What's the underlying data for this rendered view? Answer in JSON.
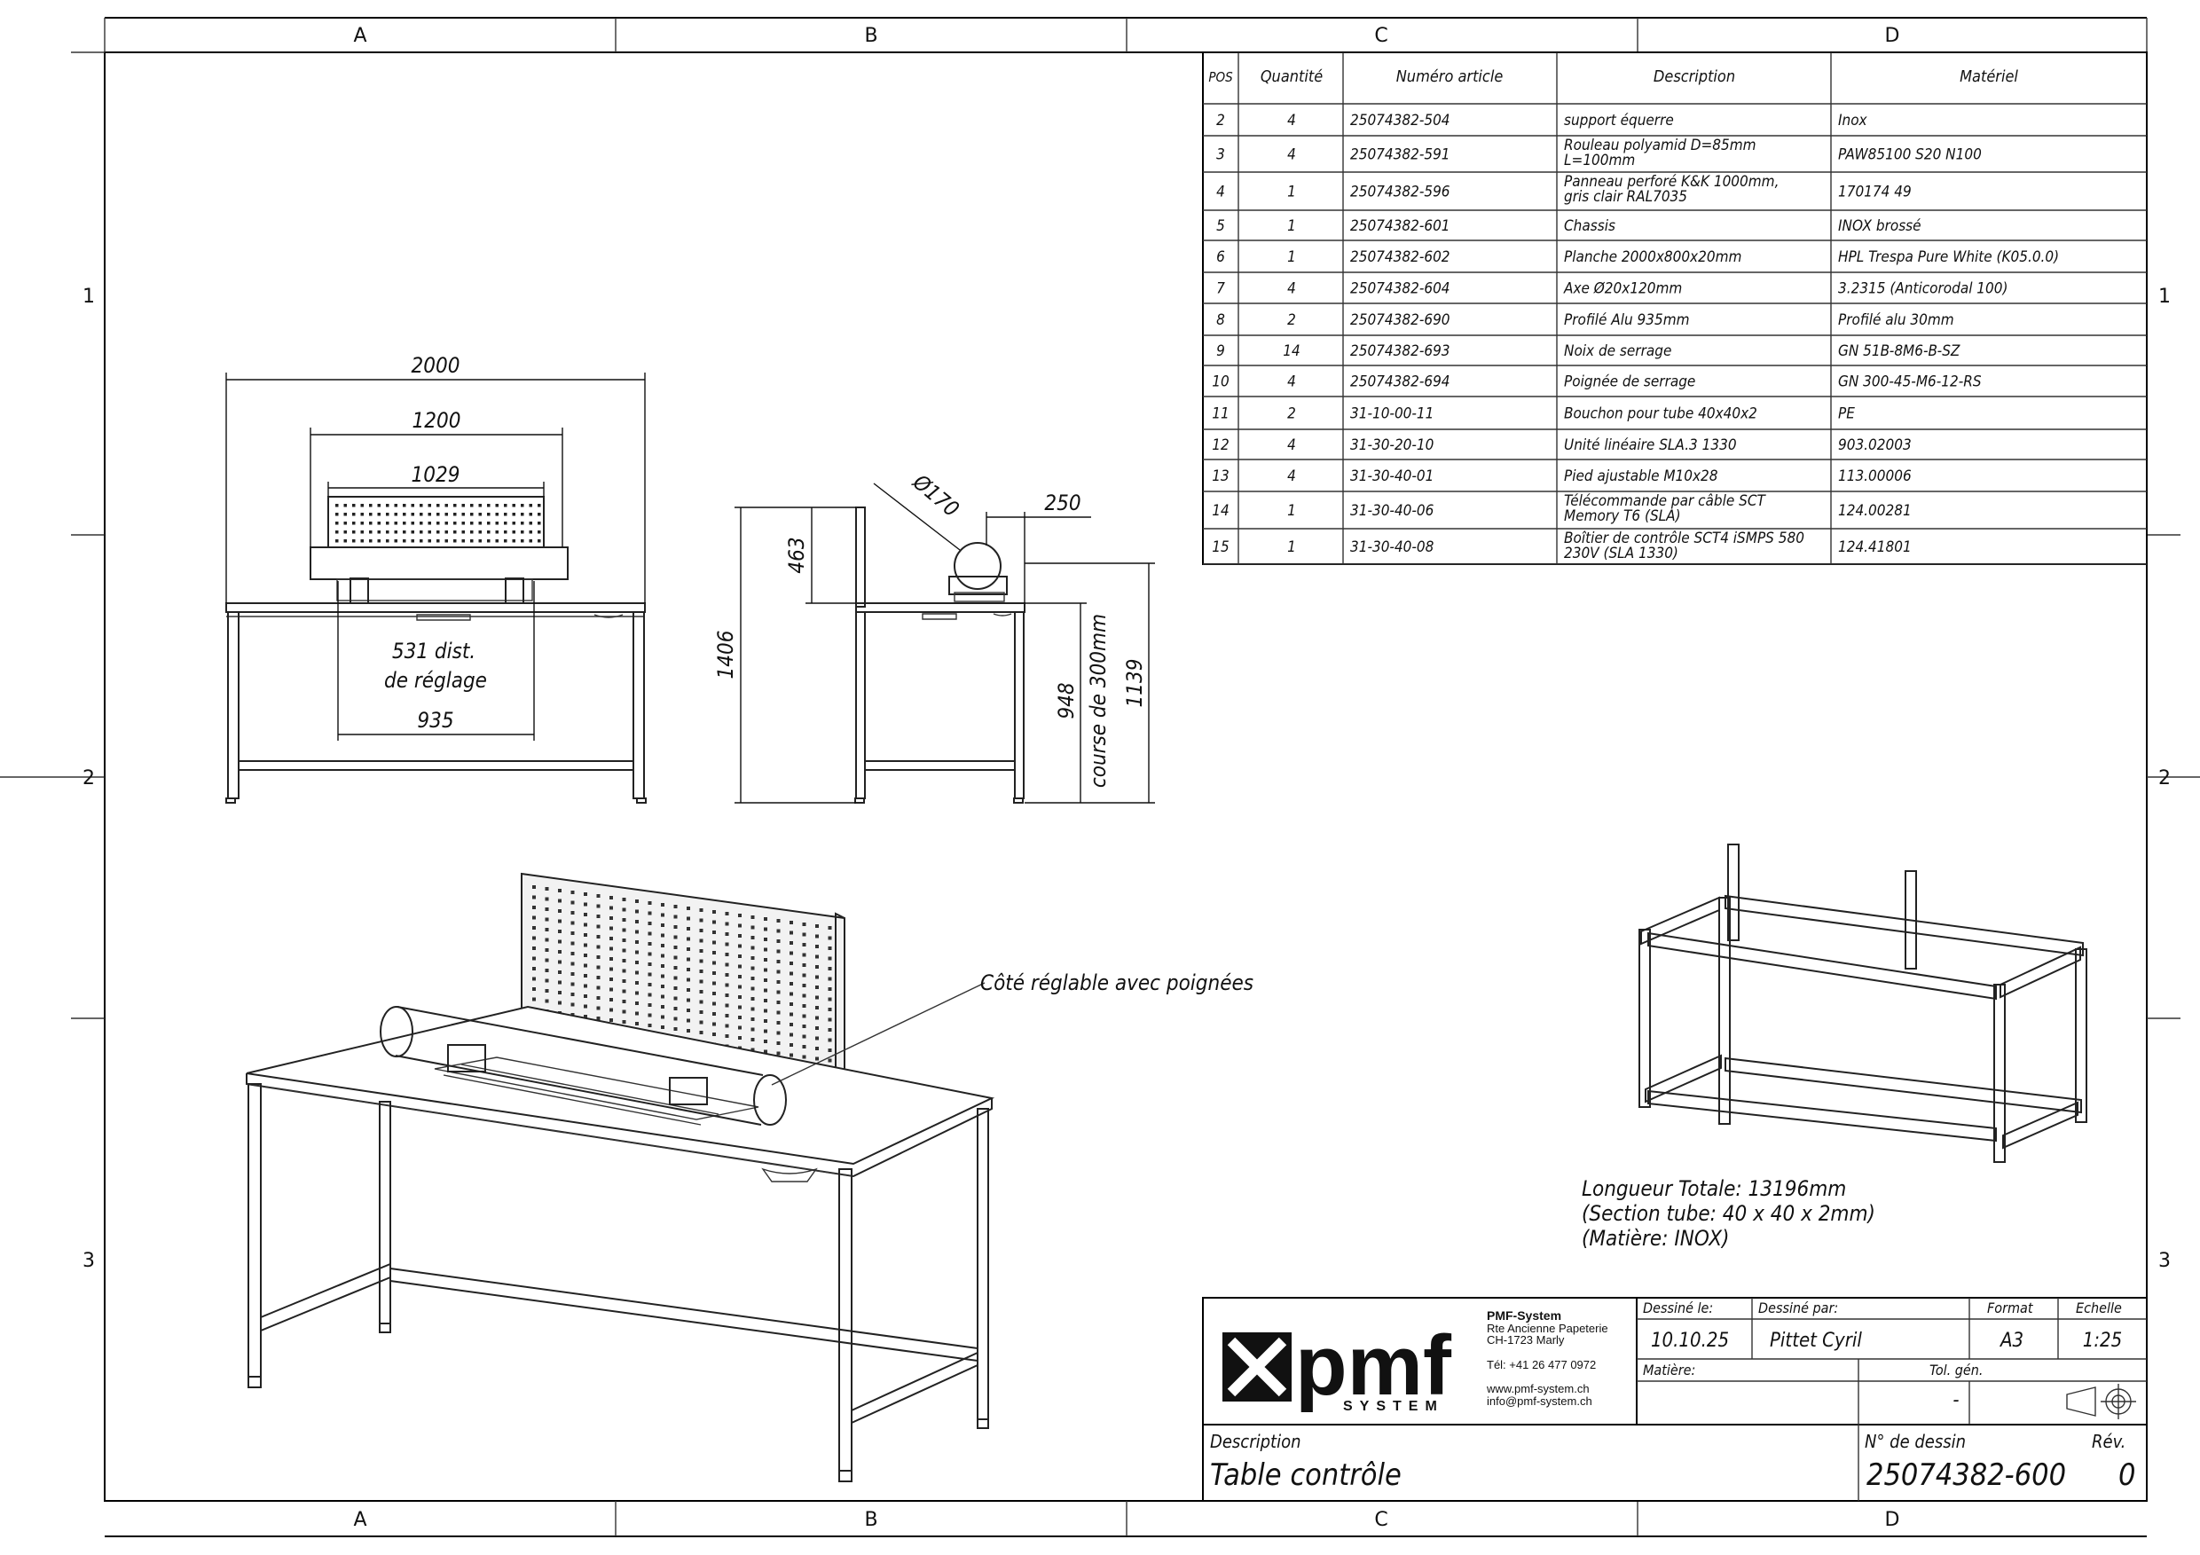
{
  "zones": {
    "cols": [
      "A",
      "B",
      "C",
      "D"
    ],
    "rows": [
      "1",
      "2",
      "3"
    ]
  },
  "bom": {
    "headers": [
      "POS",
      "Quantité",
      "Numéro article",
      "Description",
      "Matériel"
    ],
    "rows": [
      [
        "2",
        "4",
        "25074382-504",
        "support équerre",
        "",
        "Inox"
      ],
      [
        "3",
        "4",
        "25074382-591",
        "Rouleau polyamid D=85mm",
        "L=100mm",
        "PAW85100 S20 N100"
      ],
      [
        "4",
        "1",
        "25074382-596",
        "Panneau perforé K&K 1000mm,",
        "gris clair RAL7035",
        "170174 49"
      ],
      [
        "5",
        "1",
        "25074382-601",
        "Chassis",
        "",
        "INOX brossé"
      ],
      [
        "6",
        "1",
        "25074382-602",
        "Planche 2000x800x20mm",
        "",
        "HPL Trespa Pure White (K05.0.0)"
      ],
      [
        "7",
        "4",
        "25074382-604",
        "Axe Ø20x120mm",
        "",
        "3.2315 (Anticorodal 100)"
      ],
      [
        "8",
        "2",
        "25074382-690",
        "Profilé Alu 935mm",
        "",
        "Profilé alu 30mm"
      ],
      [
        "9",
        "14",
        "25074382-693",
        "Noix de serrage",
        "",
        "GN 51B-8M6-B-SZ"
      ],
      [
        "10",
        "4",
        "25074382-694",
        "Poignée de serrage",
        "",
        "GN 300-45-M6-12-RS"
      ],
      [
        "11",
        "2",
        "31-10-00-11",
        "Bouchon pour tube 40x40x2",
        "",
        "PE"
      ],
      [
        "12",
        "4",
        "31-30-20-10",
        "Unité linéaire SLA.3 1330",
        "",
        "903.02003"
      ],
      [
        "13",
        "4",
        "31-30-40-01",
        "Pied ajustable M10x28",
        "",
        "113.00006"
      ],
      [
        "14",
        "1",
        "31-30-40-06",
        "Télécommande par câble SCT",
        "Memory T6 (SLA)",
        "124.00281"
      ],
      [
        "15",
        "1",
        "31-30-40-08",
        "Boîtier de contrôle SCT4 iSMPS 580",
        "230V (SLA 1330)",
        "124.41801"
      ]
    ]
  },
  "dimensions": {
    "front": {
      "width_total": "2000",
      "width_panel": "1200",
      "width_perforated": "1029",
      "adjust_1": "531 dist.",
      "adjust_2": "de réglage",
      "width_profile": "935"
    },
    "side": {
      "height_total": "1406",
      "panel_height": "463",
      "tube_diameter": "Ø170",
      "offset": "250",
      "height_table": "948",
      "stroke": "course de 300mm",
      "height_max": "1139"
    }
  },
  "notes": {
    "callout": "Côté réglable avec poignées",
    "frame_length": "Longueur Totale: 13196mm",
    "frame_section": "(Section tube: 40 x 40 x 2mm)",
    "frame_material": "(Matière: INOX)"
  },
  "title_block": {
    "company": {
      "name": "PMF-System",
      "addr1": "Rte Ancienne Papeterie",
      "addr2": "CH-1723 Marly",
      "tel": "Tél:  +41 26 477 0972",
      "web": "www.pmf-system.ch",
      "mail": "info@pmf-system.ch",
      "logo_word": "pmf",
      "logo_sub": "SYSTEM"
    },
    "drawn_on_label": "Dessiné le:",
    "drawn_on": "10.10.25",
    "drawn_by_label": "Dessiné par:",
    "drawn_by": "Pittet Cyril",
    "format_label": "Format",
    "format": "A3",
    "scale_label": "Echelle",
    "scale": "1:25",
    "material_label": "Matière:",
    "tolerance_label": "Tol. gén.",
    "tolerance": "-",
    "description_label": "Description",
    "description": "Table contrôle",
    "drawing_no_label": "N° de dessin",
    "drawing_no": "25074382-600",
    "rev_label": "Rév.",
    "rev": "0"
  }
}
